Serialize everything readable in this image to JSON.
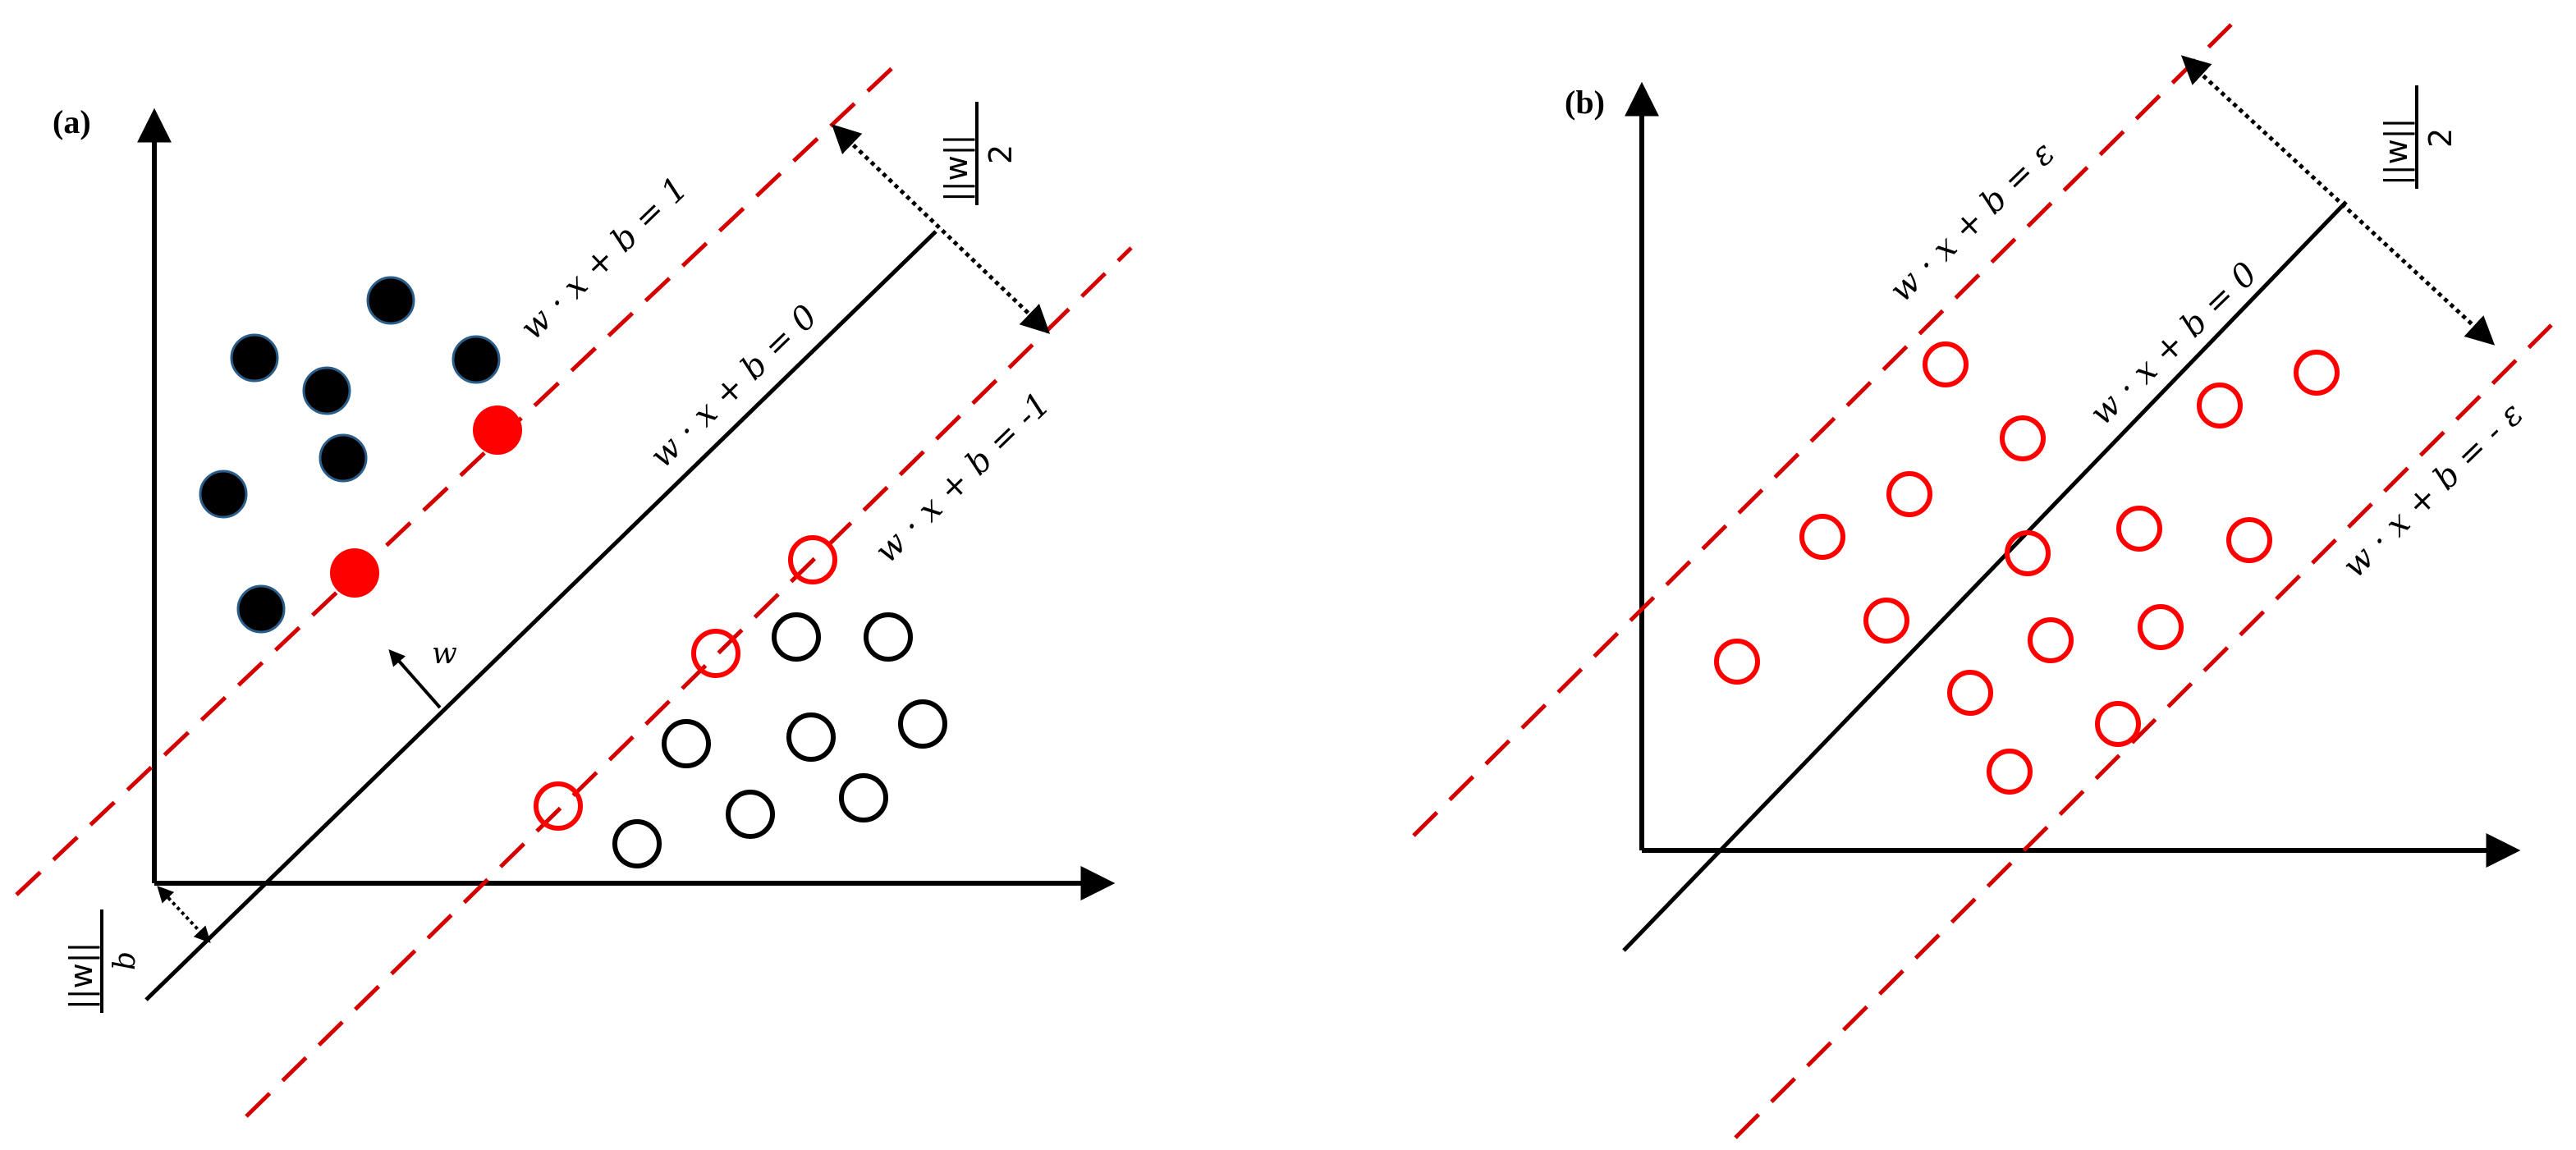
{
  "colors": {
    "axis": "#000000",
    "margin_line": "#d40000",
    "support_vector": "#ff0000",
    "class_pos": "#000000",
    "class_pos_edge": "#2a5d8a",
    "class_neg": "#000000"
  },
  "panel_a": {
    "label": "(a)",
    "eq_plus": "w · x + b = 1",
    "eq_zero": "w · x + b = 0",
    "eq_minus": "w · x + b = -1",
    "margin_num": "2",
    "margin_den": "||w||",
    "offset_num": "b",
    "offset_den": "||w||",
    "normal_label": "w"
  },
  "panel_b": {
    "label": "(b)",
    "eq_plus": "w · x + b = ε",
    "eq_zero": "w · x + b = 0",
    "eq_minus": "w · x + b = - ε",
    "margin_num": "2",
    "margin_den": "||w||"
  }
}
